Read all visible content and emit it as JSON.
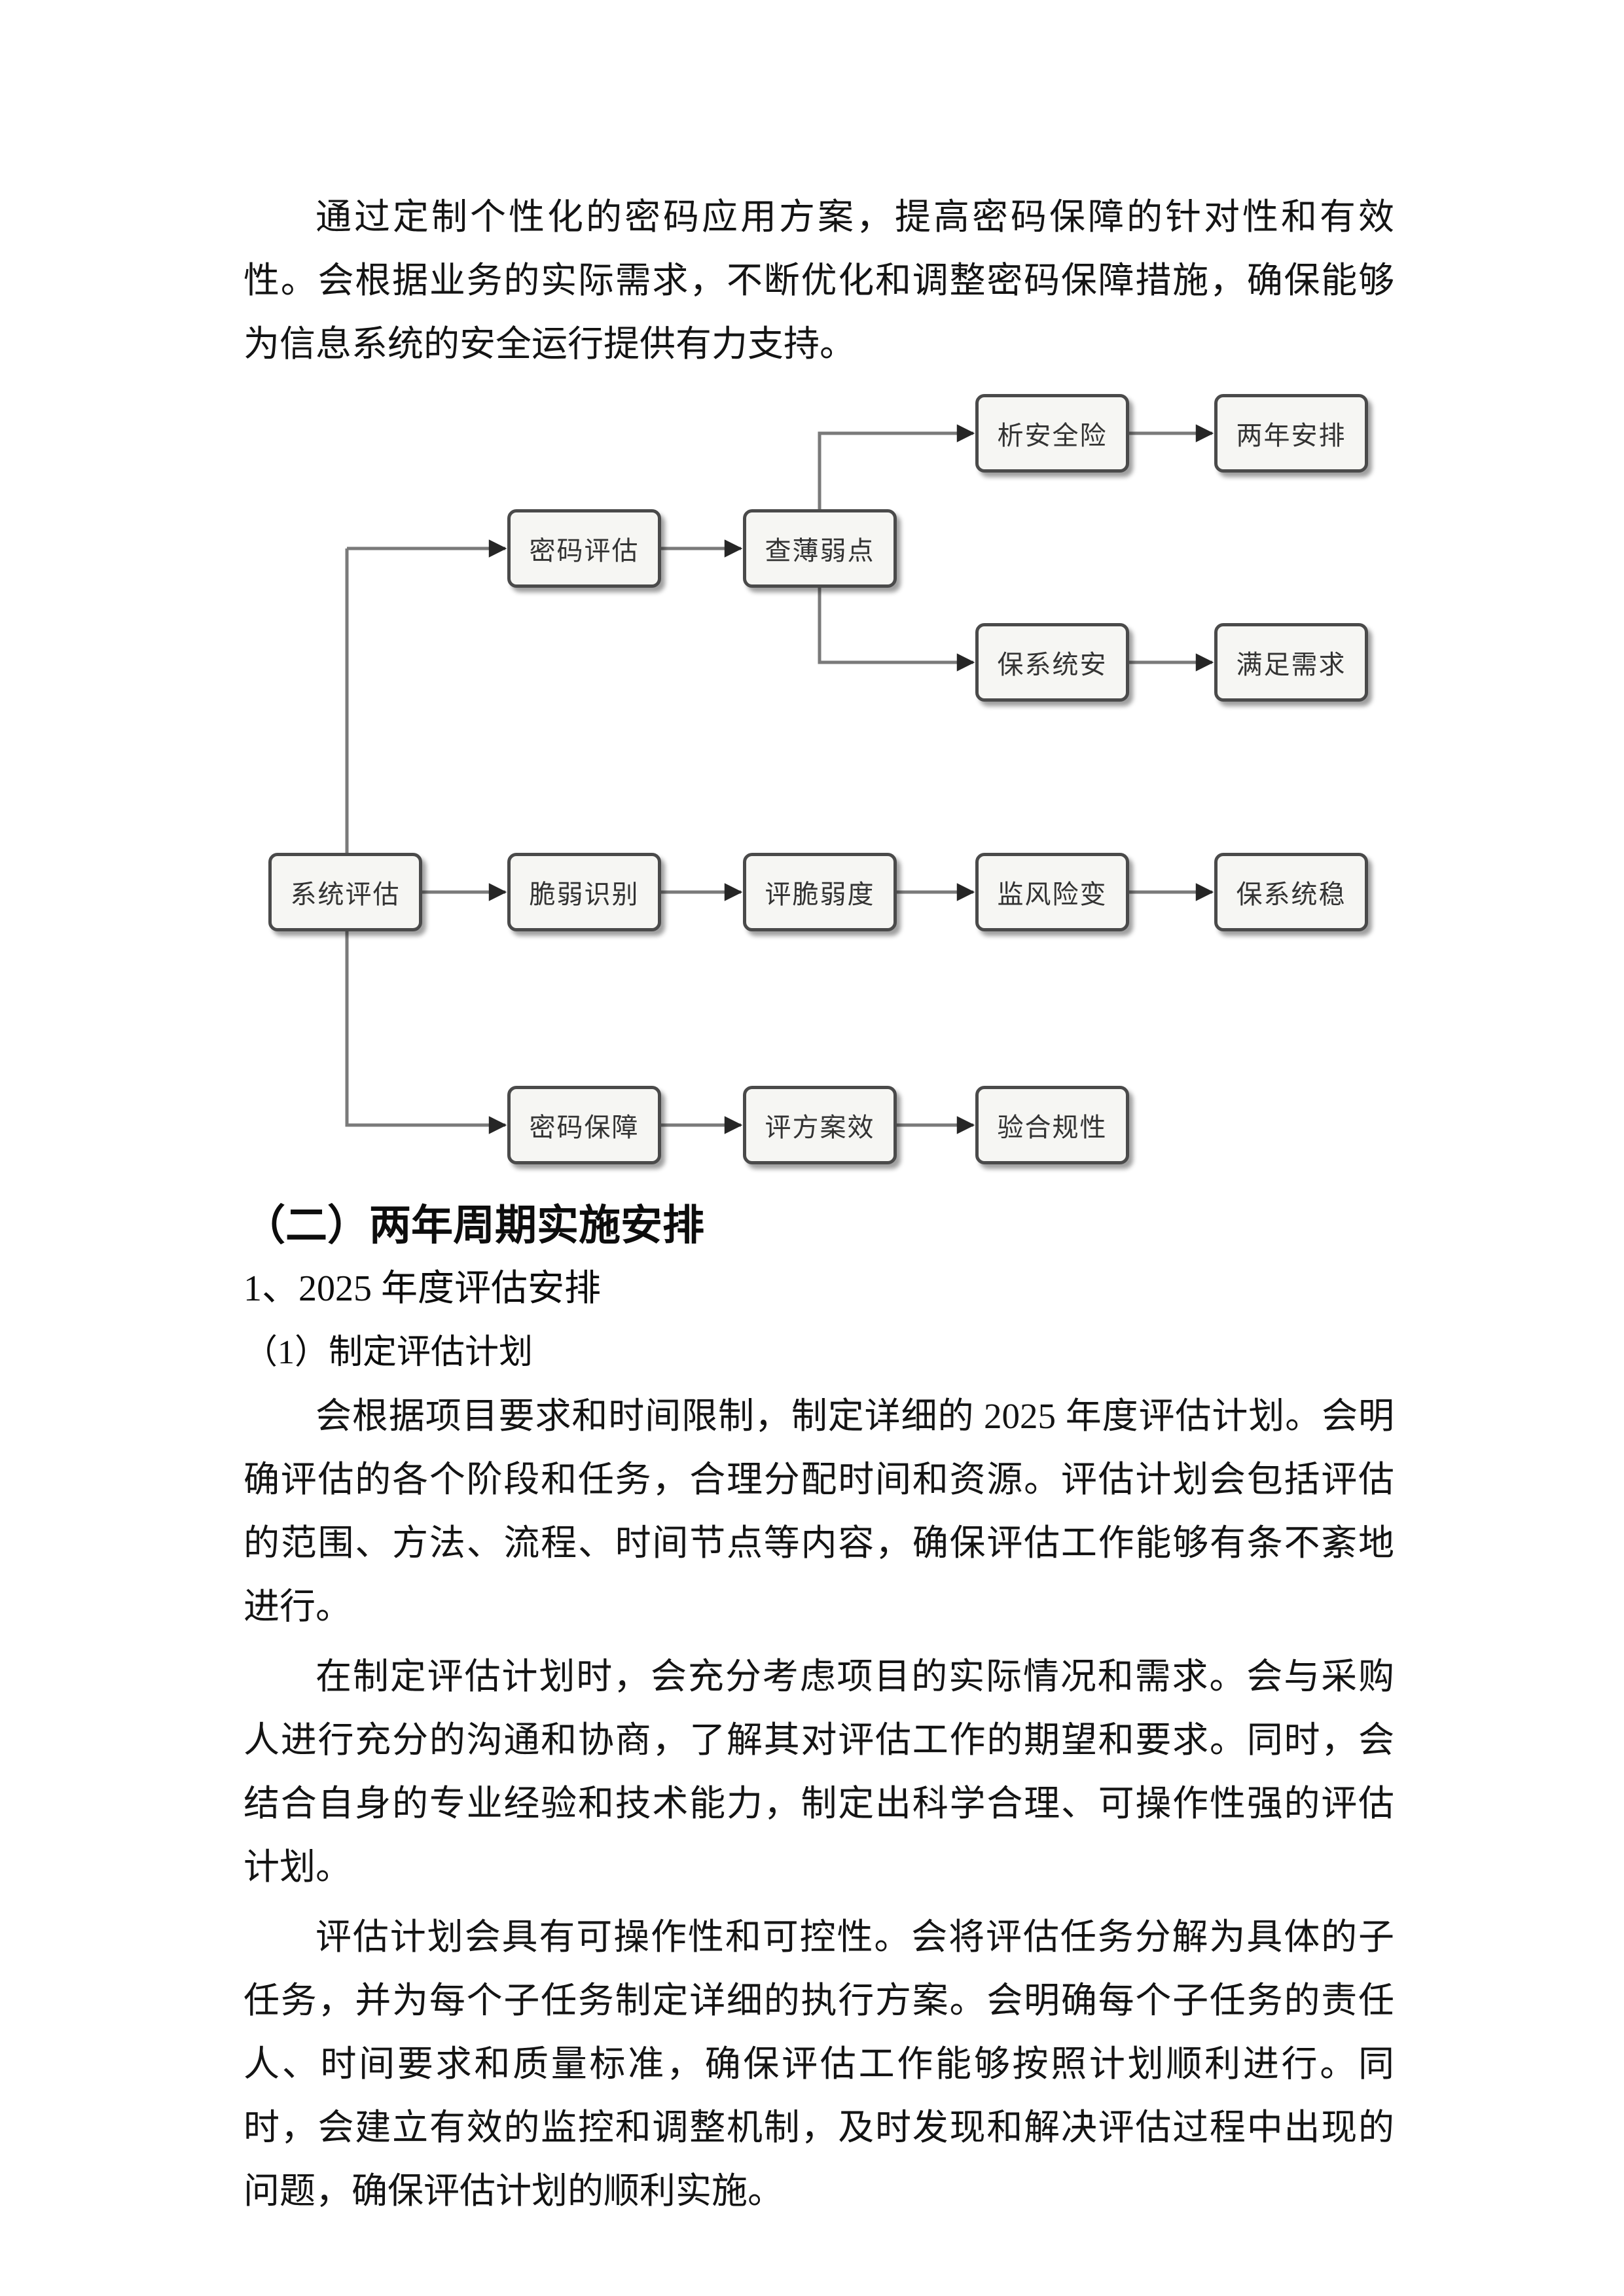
{
  "doc": {
    "intro": "通过定制个性化的密码应用方案，提高密码保障的针对性和有效性。会根据业务的实际需求，不断优化和调整密码保障措施，确保能够为信息系统的安全运行提供有力支持。",
    "h_section": "（二）两年周期实施安排",
    "h_sub": "1、2025 年度评估安排",
    "h_item": "（1）制定评估计划",
    "p_plan1": "会根据项目要求和时间限制，制定详细的 2025 年度评估计划。会明确评估的各个阶段和任务，合理分配时间和资源。评估计划会包括评估的范围、方法、流程、时间节点等内容，确保评估工作能够有条不紊地进行。",
    "p_plan2": "在制定评估计划时，会充分考虑项目的实际情况和需求。会与采购人进行充分的沟通和协商，了解其对评估工作的期望和要求。同时，会结合自身的专业经验和技术能力，制定出科学合理、可操作性强的评估计划。",
    "p_plan3": "评估计划会具有可操作性和可控性。会将评估任务分解为具体的子任务，并为每个子任务制定详细的执行方案。会明确每个子任务的责任人、时间要求和质量标准，确保评估工作能够按照计划顺利进行。同时，会建立有效的监控和调整机制，及时发现和解决评估过程中出现的问题，确保评估计划的顺利实施。"
  },
  "flowchart": {
    "nodes": [
      {
        "id": "analyze-security-risk",
        "label": "析安全险"
      },
      {
        "id": "two-year-plan",
        "label": "两年安排"
      },
      {
        "id": "password-assessment",
        "label": "密码评估"
      },
      {
        "id": "find-weak-points",
        "label": "查薄弱点"
      },
      {
        "id": "ensure-system-security",
        "label": "保系统安"
      },
      {
        "id": "meet-requirements",
        "label": "满足需求"
      },
      {
        "id": "system-assessment",
        "label": "系统评估"
      },
      {
        "id": "vulnerability-identification",
        "label": "脆弱识别"
      },
      {
        "id": "vulnerability-rating",
        "label": "评脆弱度"
      },
      {
        "id": "monitor-risk-change",
        "label": "监风险变"
      },
      {
        "id": "ensure-system-stability",
        "label": "保系统稳"
      },
      {
        "id": "password-protection",
        "label": "密码保障"
      },
      {
        "id": "evaluate-plan-effect",
        "label": "评方案效"
      },
      {
        "id": "verify-compliance",
        "label": "验合规性"
      }
    ],
    "edges": [
      {
        "from": "system-assessment",
        "to": "password-assessment"
      },
      {
        "from": "password-assessment",
        "to": "find-weak-points"
      },
      {
        "from": "find-weak-points",
        "to": "analyze-security-risk"
      },
      {
        "from": "analyze-security-risk",
        "to": "two-year-plan"
      },
      {
        "from": "find-weak-points",
        "to": "ensure-system-security"
      },
      {
        "from": "ensure-system-security",
        "to": "meet-requirements"
      },
      {
        "from": "system-assessment",
        "to": "vulnerability-identification"
      },
      {
        "from": "vulnerability-identification",
        "to": "vulnerability-rating"
      },
      {
        "from": "vulnerability-rating",
        "to": "monitor-risk-change"
      },
      {
        "from": "monitor-risk-change",
        "to": "ensure-system-stability"
      },
      {
        "from": "system-assessment",
        "to": "password-protection"
      },
      {
        "from": "password-protection",
        "to": "evaluate-plan-effect"
      },
      {
        "from": "evaluate-plan-effect",
        "to": "verify-compliance"
      }
    ],
    "colors": {
      "box_fill": "#f6f6f3",
      "box_border": "#4a4a4a",
      "connector": "#7a7a7a",
      "arrow": "#262626",
      "label_text": "#333333"
    }
  }
}
